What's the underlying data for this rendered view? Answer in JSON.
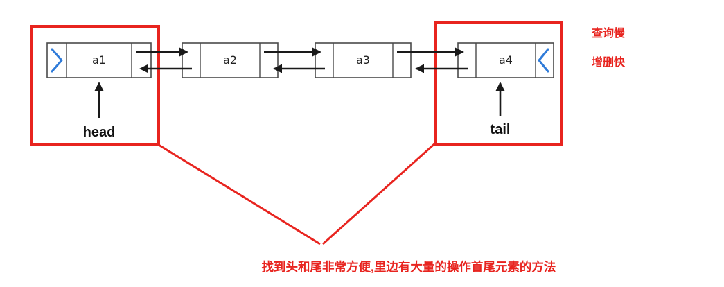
{
  "diagram": {
    "nodes": [
      {
        "label": "a1"
      },
      {
        "label": "a2"
      },
      {
        "label": "a3"
      },
      {
        "label": "a4"
      }
    ],
    "pointers": {
      "head_label": "head",
      "tail_label": "tail"
    },
    "annotations": {
      "query_slow": "查询慢",
      "insert_delete_fast": "增删快",
      "bottom_note": "找到头和尾非常方便,里边有大量的操作首尾元素的方法"
    },
    "colors": {
      "highlight_red": "#e8241f",
      "chevron_blue": "#2f7bd9",
      "node_border": "#4a4a4a",
      "arrow_black": "#1a1a1a"
    }
  }
}
